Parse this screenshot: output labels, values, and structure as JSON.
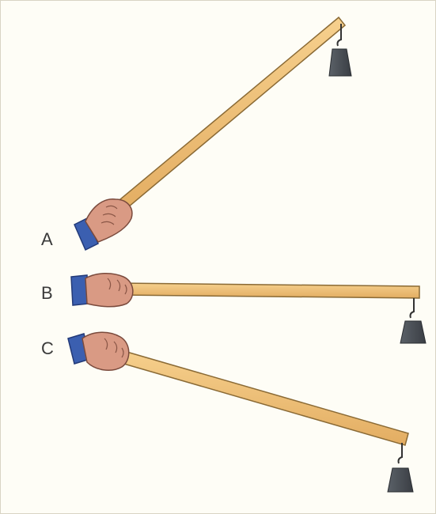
{
  "figure": {
    "labels": {
      "a": "A",
      "b": "B",
      "c": "C"
    }
  },
  "colors": {
    "background": "#fefdf6",
    "stick": "#f0c27a",
    "stick_edge": "#8a6a35",
    "sleeve": "#3b5fb0",
    "skin": "#d99a84",
    "weight": "#4a4f55"
  }
}
